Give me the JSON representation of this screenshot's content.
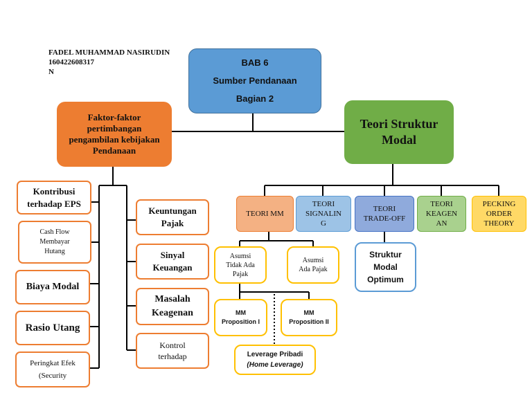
{
  "author": {
    "name": "FADEL MUHAMMAD NASIRUDIN",
    "nim": "160422608317",
    "line3": "N"
  },
  "root": {
    "line1": "BAB 6",
    "line2": "Sumber Pendanaan",
    "line3": "Bagian 2"
  },
  "left_branch": {
    "title_lines": [
      "Faktor-faktor",
      "pertimbangan",
      "pengambilan kebijakan",
      "Pendanaan"
    ],
    "left_items": [
      [
        "Kontribusi",
        "terhadap EPS"
      ],
      [
        "Cash Flow",
        "Membayar",
        "Hutang"
      ],
      [
        "Biaya Modal"
      ],
      [
        "Rasio Utang"
      ],
      [
        "Peringkat Efek",
        "(Security"
      ]
    ],
    "right_items": [
      [
        "Keuntungan",
        "Pajak"
      ],
      [
        "Sinyal",
        "Keuangan"
      ],
      [
        "Masalah",
        "Keagenan"
      ],
      [
        "Kontrol",
        "terhadap"
      ]
    ]
  },
  "right_branch": {
    "title_lines": [
      "Teori Struktur",
      "Modal"
    ],
    "theories": [
      {
        "lines": [
          "TEORI MM"
        ],
        "fill": "#F4B183",
        "border": "#ED7D31"
      },
      {
        "lines": [
          "TEORI",
          "SIGNALIN",
          "G"
        ],
        "fill": "#9DC3E6",
        "border": "#5B9BD5"
      },
      {
        "lines": [
          "TEORI",
          "TRADE-OFF"
        ],
        "fill": "#8FAADC",
        "border": "#4472C4"
      },
      {
        "lines": [
          "TEORI",
          "KEAGEN",
          "AN"
        ],
        "fill": "#A9D18E",
        "border": "#70AD47"
      },
      {
        "lines": [
          "PECKING",
          "ORDER",
          "THEORY"
        ],
        "fill": "#FFD966",
        "border": "#FFC000"
      }
    ],
    "mm_assumptions": [
      [
        "Asumsi",
        "Tidak Ada",
        "Pajak"
      ],
      [
        "Asumsi",
        "Ada Pajak"
      ]
    ],
    "propositions": [
      [
        "MM",
        "Proposition I"
      ],
      [
        "MM",
        "Proposition II"
      ]
    ],
    "leverage": {
      "line1": "Leverage Pribadi",
      "line2": "(Home Leverage)"
    },
    "tradeoff_result": [
      "Struktur",
      "Modal",
      "Optimum"
    ]
  },
  "colors": {
    "root_fill": "#5B9BD5",
    "root_border": "#41719C",
    "left_title_fill": "#ED7D31",
    "right_title_fill": "#70AD47",
    "item_border": "#ED7D31",
    "sub_border": "#FFC000",
    "optimum_border": "#5B9BD5",
    "connector": "#000000"
  }
}
